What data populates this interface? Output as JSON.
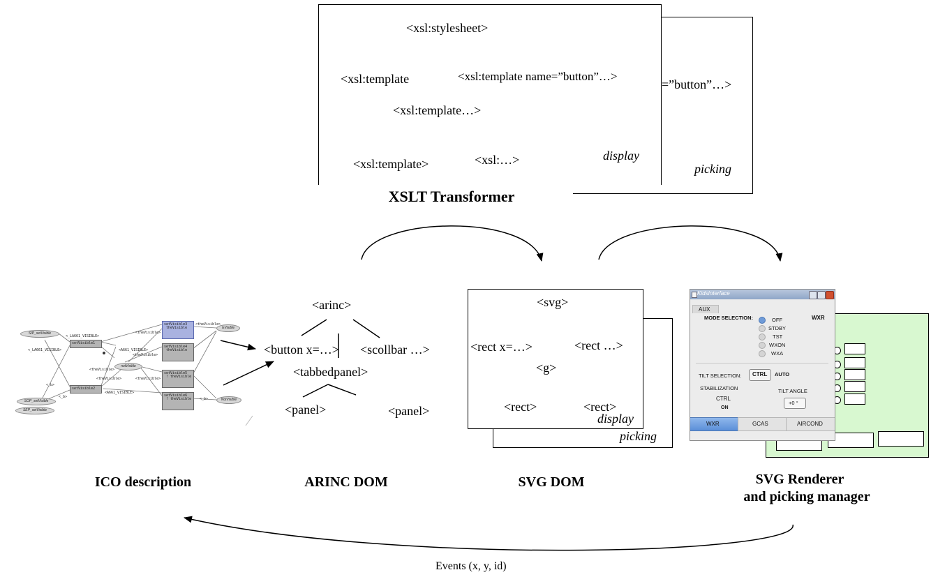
{
  "xslt": {
    "title": "XSLT Transformer",
    "front": {
      "root": "<xsl:stylesheet>",
      "node_left": "<xsl:template",
      "node_right": "<xsl:template name=”button”…>",
      "node_mid": "<xsl:template…>",
      "leaf_left": "<xsl:template>",
      "leaf_right": "<xsl:…>",
      "tag": "display"
    },
    "back": {
      "fragment": "=”button”…>",
      "tag": "picking"
    }
  },
  "ico": {
    "title": "ICO description",
    "places": [
      "SIP_setVisible",
      "SOP_setVisible",
      "SEP_setVisible",
      "notVisible",
      "isVisible",
      "NotVisible"
    ],
    "transitions": [
      "setVisible1",
      "setVisible2",
      "setVisible3\n theVisible",
      "setVisible4\n theVisible",
      "setVisible5\n ! theVisible",
      "setVisible6\n ! theVisible"
    ],
    "arc_labels": [
      "<_LA661_VISIBLE>",
      "<_LA661_VISIBLE>",
      "<A661_VISIBLE>",
      "<A661_VISIBLE>",
      "<theVisible>",
      "<theVisible>",
      "<theVisible>",
      "<theVisible>",
      "<theVisible>",
      "<theVisible>",
      "<_b>",
      "<_b>",
      "<_b>"
    ]
  },
  "arinc": {
    "title": "ARINC DOM",
    "root": "<arinc>",
    "button": "<button x=…>",
    "scrollbar": "<scollbar …>",
    "tabbed": "<tabbedpanel>",
    "panel_left": "<panel>",
    "panel_right": "<panel>"
  },
  "svgdom": {
    "title": "SVG DOM",
    "root": "<svg>",
    "rect_left": "<rect x=…>",
    "rect_right": "<rect …>",
    "g": "<g>",
    "rect_bl": "<rect>",
    "rect_br": "<rect>",
    "tag_front": "display",
    "tag_back": "picking"
  },
  "renderer": {
    "title_line1": "SVG Renderer",
    "title_line2": "and picking manager",
    "window": {
      "title": "KidsInterface",
      "tab_aux": "AUX",
      "wxr": "WXR",
      "mode_label": "MODE SELECTION:",
      "modes": [
        "OFF",
        "STDBY",
        "TST",
        "WXON",
        "WXA"
      ],
      "tilt_label": "TILT SELECTION:",
      "ctrl": "CTRL",
      "auto": "AUTO",
      "stab": "STABILIZATION",
      "tilt_angle": "TILT ANGLE",
      "stab_ctrl": "CTRL",
      "stab_on": "ON",
      "tilt_value": "+0 °",
      "bottom_tabs": [
        "WXR",
        "GCAS",
        "AIRCOND"
      ]
    },
    "panel_color": "#d8f8d0"
  },
  "events": "Events (x, y, id)"
}
